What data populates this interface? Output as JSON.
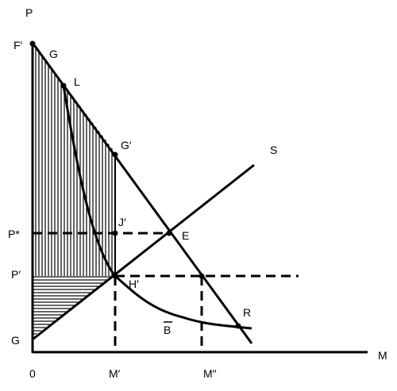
{
  "axes": {
    "y_label": "P",
    "x_label": "M",
    "origin_label": "0"
  },
  "points": {
    "f_prime": "F′",
    "g_top": "G",
    "l": "L",
    "g_prime": "G′",
    "j_prime": "J′",
    "e": "E",
    "h_prime": "H′",
    "r": "R",
    "b_bar": "B",
    "s": "S",
    "g_bottom": "G"
  },
  "y_ticks": {
    "p_star": "P*",
    "p_prime": "P′"
  },
  "x_ticks": {
    "m_prime": "M′",
    "m_double_prime": "M″"
  },
  "colors": {
    "ink": "#000000",
    "background": "#ffffff"
  }
}
